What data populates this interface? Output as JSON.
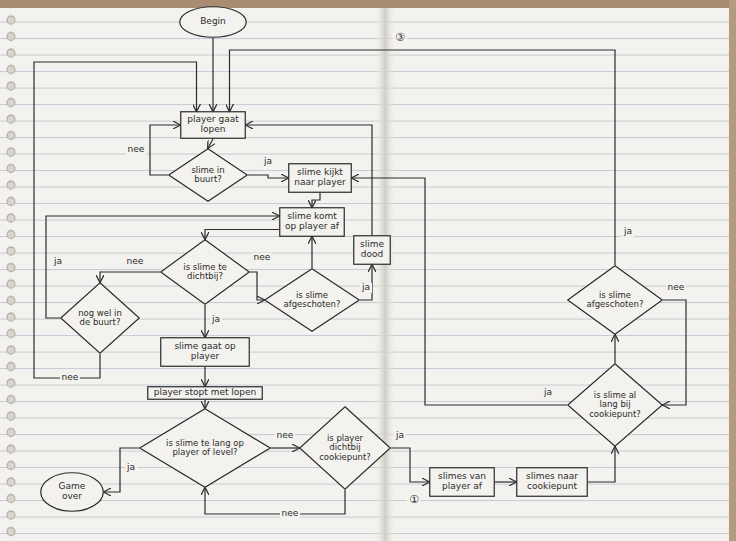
{
  "diagram": {
    "nodes": [
      {
        "text": [
          "Begin"
        ]
      },
      {
        "text": [
          "player gaat lopen"
        ]
      },
      {
        "text": [
          "slime in buurt?"
        ]
      },
      {
        "text": [
          "slime kijkt naar player"
        ]
      },
      {
        "text": [
          "slime komt op player af"
        ]
      },
      {
        "text": [
          "slime dood"
        ]
      },
      {
        "text": [
          "is slime te dichtbij?"
        ]
      },
      {
        "text": [
          "is slime afgeschoten?"
        ]
      },
      {
        "text": [
          "nog wel in de buurt?"
        ]
      },
      {
        "text": [
          "slime gaat op player"
        ]
      },
      {
        "text": [
          "player stopt met lopen"
        ]
      },
      {
        "text": [
          "is slime te lang op player of level?"
        ]
      },
      {
        "text": [
          "Game over"
        ]
      },
      {
        "text": [
          "is player dichtbij cookiepunt?"
        ]
      },
      {
        "text": [
          "slimes van player af"
        ]
      },
      {
        "text": [
          "slimes naar cookiepunt"
        ]
      },
      {
        "text": [
          "is slime afgeschoten?"
        ]
      },
      {
        "text": [
          "is slime al lang bij cookiepunt?"
        ]
      }
    ],
    "edges": [
      {
        "from": 0,
        "to": 1,
        "arrow": "to"
      },
      {
        "from": 1,
        "to": 2,
        "arrow": "to"
      },
      {
        "from": 2,
        "to": 1,
        "label": "nee",
        "arrow": "to"
      },
      {
        "from": 2,
        "to": 3,
        "label": "ja",
        "arrow": "to"
      },
      {
        "from": 3,
        "to": 4,
        "arrow": "to"
      },
      {
        "from": 4,
        "to": 6,
        "arrow": "to"
      },
      {
        "from": 6,
        "to": 7,
        "label": "nee",
        "arrow": "to"
      },
      {
        "from": 7,
        "to": 4,
        "arrow": "to"
      },
      {
        "from": 7,
        "to": 5,
        "label": "ja",
        "arrow": "to"
      },
      {
        "from": 5,
        "to": 1,
        "arrow": "to"
      },
      {
        "from": 6,
        "to": 8,
        "label": "nee",
        "arrow": "to"
      },
      {
        "from": 8,
        "to": 4,
        "label": "ja",
        "arrow": "to"
      },
      {
        "from": 8,
        "to": 1,
        "label": "nee",
        "arrow": "to"
      },
      {
        "from": 6,
        "to": 9,
        "label": "ja",
        "arrow": "to"
      },
      {
        "from": 9,
        "to": 10,
        "arrow": "to"
      },
      {
        "from": 10,
        "to": 11,
        "arrow": "to"
      },
      {
        "from": 11,
        "to": 12,
        "label": "ja",
        "arrow": "to"
      },
      {
        "from": 11,
        "to": 13,
        "label": "nee",
        "arrow": "to"
      },
      {
        "from": 13,
        "to": 11,
        "label": "nee",
        "arrow": "to"
      },
      {
        "from": 13,
        "to": 14,
        "label": "ja",
        "arrow": "to"
      },
      {
        "from": 14,
        "to": 15,
        "arrow": "to"
      },
      {
        "from": 15,
        "to": 17,
        "arrow": "to"
      },
      {
        "from": 17,
        "to": 3,
        "label": "ja",
        "arrow": "to"
      },
      {
        "from": 17,
        "to": 16,
        "arrow": "to"
      },
      {
        "from": 16,
        "to": 17,
        "label": "nee",
        "arrow": "to"
      },
      {
        "from": 16,
        "to": 1,
        "label": "ja",
        "arrow": "to"
      }
    ],
    "labels": [
      "③",
      "①"
    ]
  }
}
